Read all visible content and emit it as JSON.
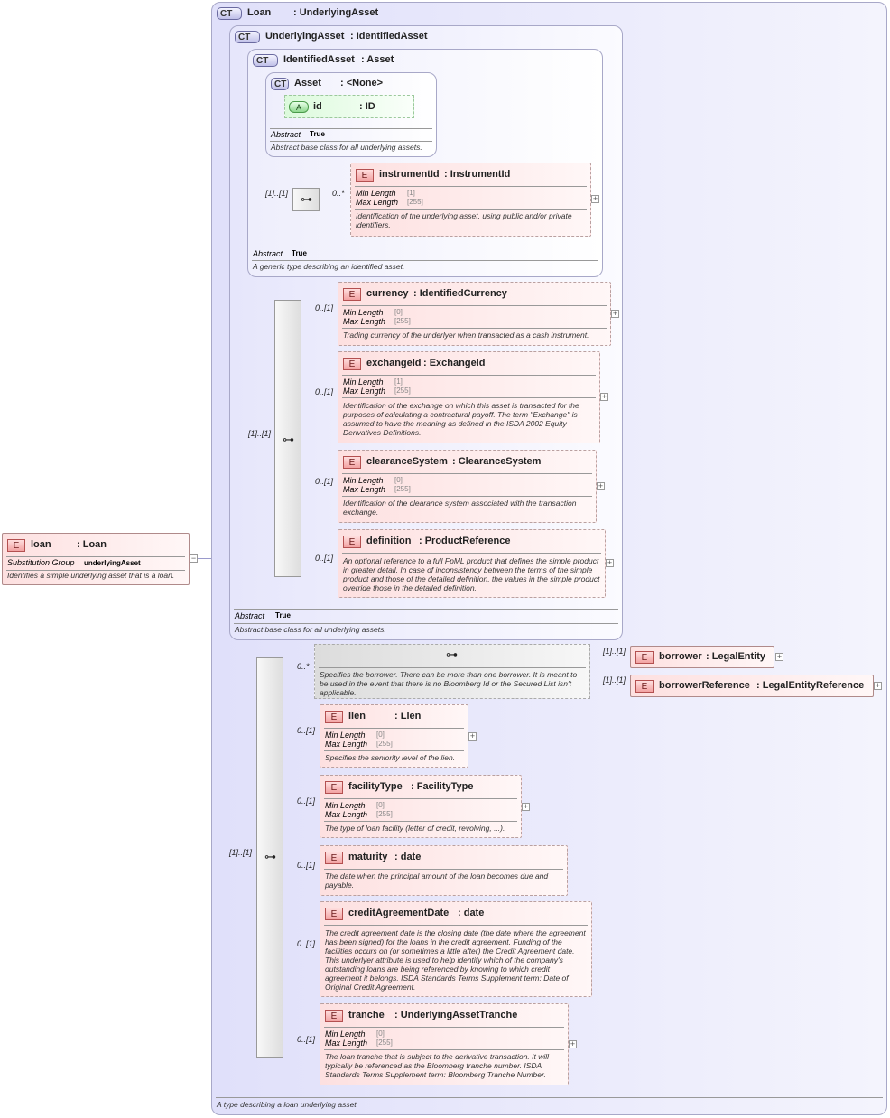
{
  "root_element": {
    "badge": "E",
    "name": "loan",
    "type": ": Loan",
    "substitution_label": "Substitution Group",
    "substitution_value": "underlyingAsset",
    "doc": "Identifies a simple underlying asset that is a loan."
  },
  "loan_type": {
    "badge": "CT",
    "name": "Loan",
    "type": ": UnderlyingAsset",
    "doc": "A type describing a loan underlying asset."
  },
  "underlying_asset": {
    "badge": "CT",
    "name": "UnderlyingAsset",
    "type": ": IdentifiedAsset",
    "abstract_label": "Abstract",
    "abstract_value": "True",
    "doc": "Abstract base class for all underlying assets."
  },
  "identified_asset": {
    "badge": "CT",
    "name": "IdentifiedAsset",
    "type": ": Asset",
    "abstract_label": "Abstract",
    "abstract_value": "True",
    "doc": "A generic type describing an identified asset."
  },
  "asset": {
    "badge": "CT",
    "name": "Asset",
    "type": ": <None>",
    "attribute": {
      "badge": "A",
      "name": "id",
      "type": ": ID"
    },
    "abstract_label": "Abstract",
    "abstract_value": "True",
    "doc": "Abstract base class for all underlying assets."
  },
  "instrument_id": {
    "badge": "E",
    "name": "instrumentId",
    "type": ": InstrumentId",
    "min_label": "Min Length",
    "min_value": "[1]",
    "max_label": "Max Length",
    "max_value": "[255]",
    "doc": "Identification of the underlying asset, using public and/or private identifiers.",
    "card_seq": "[1]..[1]",
    "card_el": "0..*"
  },
  "ua_sequence_card": "[1]..[1]",
  "currency": {
    "badge": "E",
    "name": "currency",
    "type": ": IdentifiedCurrency",
    "min_label": "Min Length",
    "min_value": "[0]",
    "max_label": "Max Length",
    "max_value": "[255]",
    "doc": "Trading currency of the underlyer when transacted as a cash instrument.",
    "card": "0..[1]"
  },
  "exchange_id": {
    "badge": "E",
    "name": "exchangeId",
    "type": ": ExchangeId",
    "min_label": "Min Length",
    "min_value": "[1]",
    "max_label": "Max Length",
    "max_value": "[255]",
    "doc": "Identification of the exchange on which this asset is transacted for the purposes of calculating a contractural payoff. The term \"Exchange\" is assumed to have the meaning as defined in the ISDA 2002 Equity Derivatives Definitions.",
    "card": "0..[1]"
  },
  "clearance_system": {
    "badge": "E",
    "name": "clearanceSystem",
    "type": ": ClearanceSystem",
    "min_label": "Min Length",
    "min_value": "[0]",
    "max_label": "Max Length",
    "max_value": "[255]",
    "doc": "Identification of the clearance system associated with the transaction exchange.",
    "card": "0..[1]"
  },
  "definition": {
    "badge": "E",
    "name": "definition",
    "type": ": ProductReference",
    "doc": "An optional reference to a full FpML product that defines the simple product in greater detail. In case of inconsistency between the terms of the simple product and those of the detailed definition, the values in the simple product override those in the detailed definition.",
    "card": "0..[1]"
  },
  "loan_sequence_card": "[1]..[1]",
  "borrower_choice": {
    "card": "0..*",
    "doc": "Specifies the borrower. There can be more than one borrower. It is meant to be used in the event that there is no Bloomberg Id or the Secured List isn't applicable."
  },
  "borrower": {
    "badge": "E",
    "name": "borrower",
    "type": ": LegalEntity",
    "card": "[1]..[1]"
  },
  "borrower_reference": {
    "badge": "E",
    "name": "borrowerReference",
    "type": ": LegalEntityReference",
    "card": "[1]..[1]"
  },
  "lien": {
    "badge": "E",
    "name": "lien",
    "type": ": Lien",
    "min_label": "Min Length",
    "min_value": "[0]",
    "max_label": "Max Length",
    "max_value": "[255]",
    "doc": "Specifies the seniority level of the lien.",
    "card": "0..[1]"
  },
  "facility_type": {
    "badge": "E",
    "name": "facilityType",
    "type": ": FacilityType",
    "min_label": "Min Length",
    "min_value": "[0]",
    "max_label": "Max Length",
    "max_value": "[255]",
    "doc": "The type of loan facility (letter of credit, revolving, ...).",
    "card": "0..[1]"
  },
  "maturity": {
    "badge": "E",
    "name": "maturity",
    "type": ": date",
    "doc": "The date when the principal amount of the loan becomes due and payable.",
    "card": "0..[1]"
  },
  "credit_agreement_date": {
    "badge": "E",
    "name": "creditAgreementDate",
    "type": ": date",
    "doc": "The credit agreement date is the closing date (the date where the agreement has been signed) for the loans in the credit agreement. Funding of the facilities occurs on (or sometimes a little after) the Credit Agreement date. This underlyer attribute is used to help identify which of the company's outstanding loans are being referenced by knowing to which credit agreement it belongs. ISDA Standards Terms Supplement term: Date of Original Credit Agreement.",
    "card": "0..[1]"
  },
  "tranche": {
    "badge": "E",
    "name": "tranche",
    "type": ": UnderlyingAssetTranche",
    "min_label": "Min Length",
    "min_value": "[0]",
    "max_label": "Max Length",
    "max_value": "[255]",
    "doc": "The loan tranche that is subject to the derivative transaction. It will typically be referenced as the Bloomberg tranche number. ISDA Standards Terms Supplement term: Bloomberg Tranche Number.",
    "card": "0..[1]"
  },
  "icons": {
    "sequence": "sequence-icon",
    "choice": "choice-icon",
    "expand": "expand-plus-icon",
    "collapse": "collapse-minus-icon"
  },
  "symbols": {
    "plus": "+",
    "minus": "−",
    "seq": "⊶",
    "choice": "⊶"
  }
}
